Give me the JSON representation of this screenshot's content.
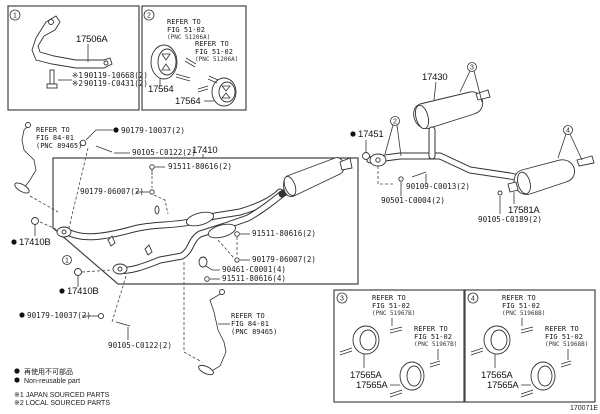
{
  "diagram": {
    "figure_id": "170071E",
    "inset_1": {
      "number": "1",
      "part": "17506A",
      "bolts": [
        {
          "mark": "※1",
          "part": "90119-10668(2)"
        },
        {
          "mark": "※2",
          "part": "90119-C0431(2)"
        }
      ]
    },
    "inset_2": {
      "number": "2",
      "refer_a": {
        "line1": "REFER TO",
        "line2": "FIG 51-02",
        "pnc": "(PNC 51206A)"
      },
      "refer_b": {
        "line1": "REFER TO",
        "line2": "FIG 51-02",
        "pnc": "(PNC 51206A)"
      },
      "part_a": "17564",
      "part_b": "17564"
    },
    "inset_3": {
      "number": "3",
      "refer_a": {
        "line1": "REFER TO",
        "line2": "FIG 51-02",
        "pnc": "(PNC 51967B)"
      },
      "refer_b": {
        "line1": "REFER TO",
        "line2": "FIG 51-02",
        "pnc": "(PNC 51967B)"
      },
      "part_a": "17565A",
      "part_b": "17565A"
    },
    "inset_4": {
      "number": "4",
      "refer_a": {
        "line1": "REFER TO",
        "line2": "FIG 51-02",
        "pnc": "(PNC 51968B)"
      },
      "refer_b": {
        "line1": "REFER TO",
        "line2": "FIG 51-02",
        "pnc": "(PNC 51968B)"
      },
      "part_a": "17565A",
      "part_b": "17565A"
    },
    "front": {
      "sensor_ref_top": {
        "line1": "REFER TO",
        "line2": "FIG 84-01",
        "pnc": "(PNC 89465)"
      },
      "sensor_ref_bottom": {
        "line1": "REFER TO",
        "line2": "FIG 84-01",
        "pnc": "(PNC 89465)"
      },
      "bolt_top": "90179-10037(2)",
      "stud_top": "90105-C0122(2)",
      "assembly": "17410",
      "bolt_a": "91511-80616(2)",
      "nut_a": "90179-06007(2)",
      "bolt_b": "91511-80616(2)",
      "nut_b": "90179-06007(2)",
      "gasket_clip": "90461-C0001(4)",
      "bolt_c": "91511-80616(4)",
      "gasket_a": "17410B",
      "gasket_b": "17410B",
      "bolt_bottom": "90179-10037(2)",
      "stud_bottom": "90105-C0122(2)",
      "callout_1": "1",
      "callout_1b": "1"
    },
    "rear": {
      "muffler": "17430",
      "gasket": "17451",
      "callout_2": "2",
      "callout_3": "3",
      "callout_4": "4",
      "bolt": "90109-C0013(2)",
      "washer": "90501-C0004(2)",
      "bracket": "17581A",
      "stud": "90105-C0189(2)"
    },
    "legend": {
      "nonreusable_jp": "再使用不可部品",
      "nonreusable_en": "Non-reusable part",
      "japan": "※1 JAPAN SOURCED PARTS",
      "local": "※2 LOCAL SOURCED PARTS"
    }
  }
}
